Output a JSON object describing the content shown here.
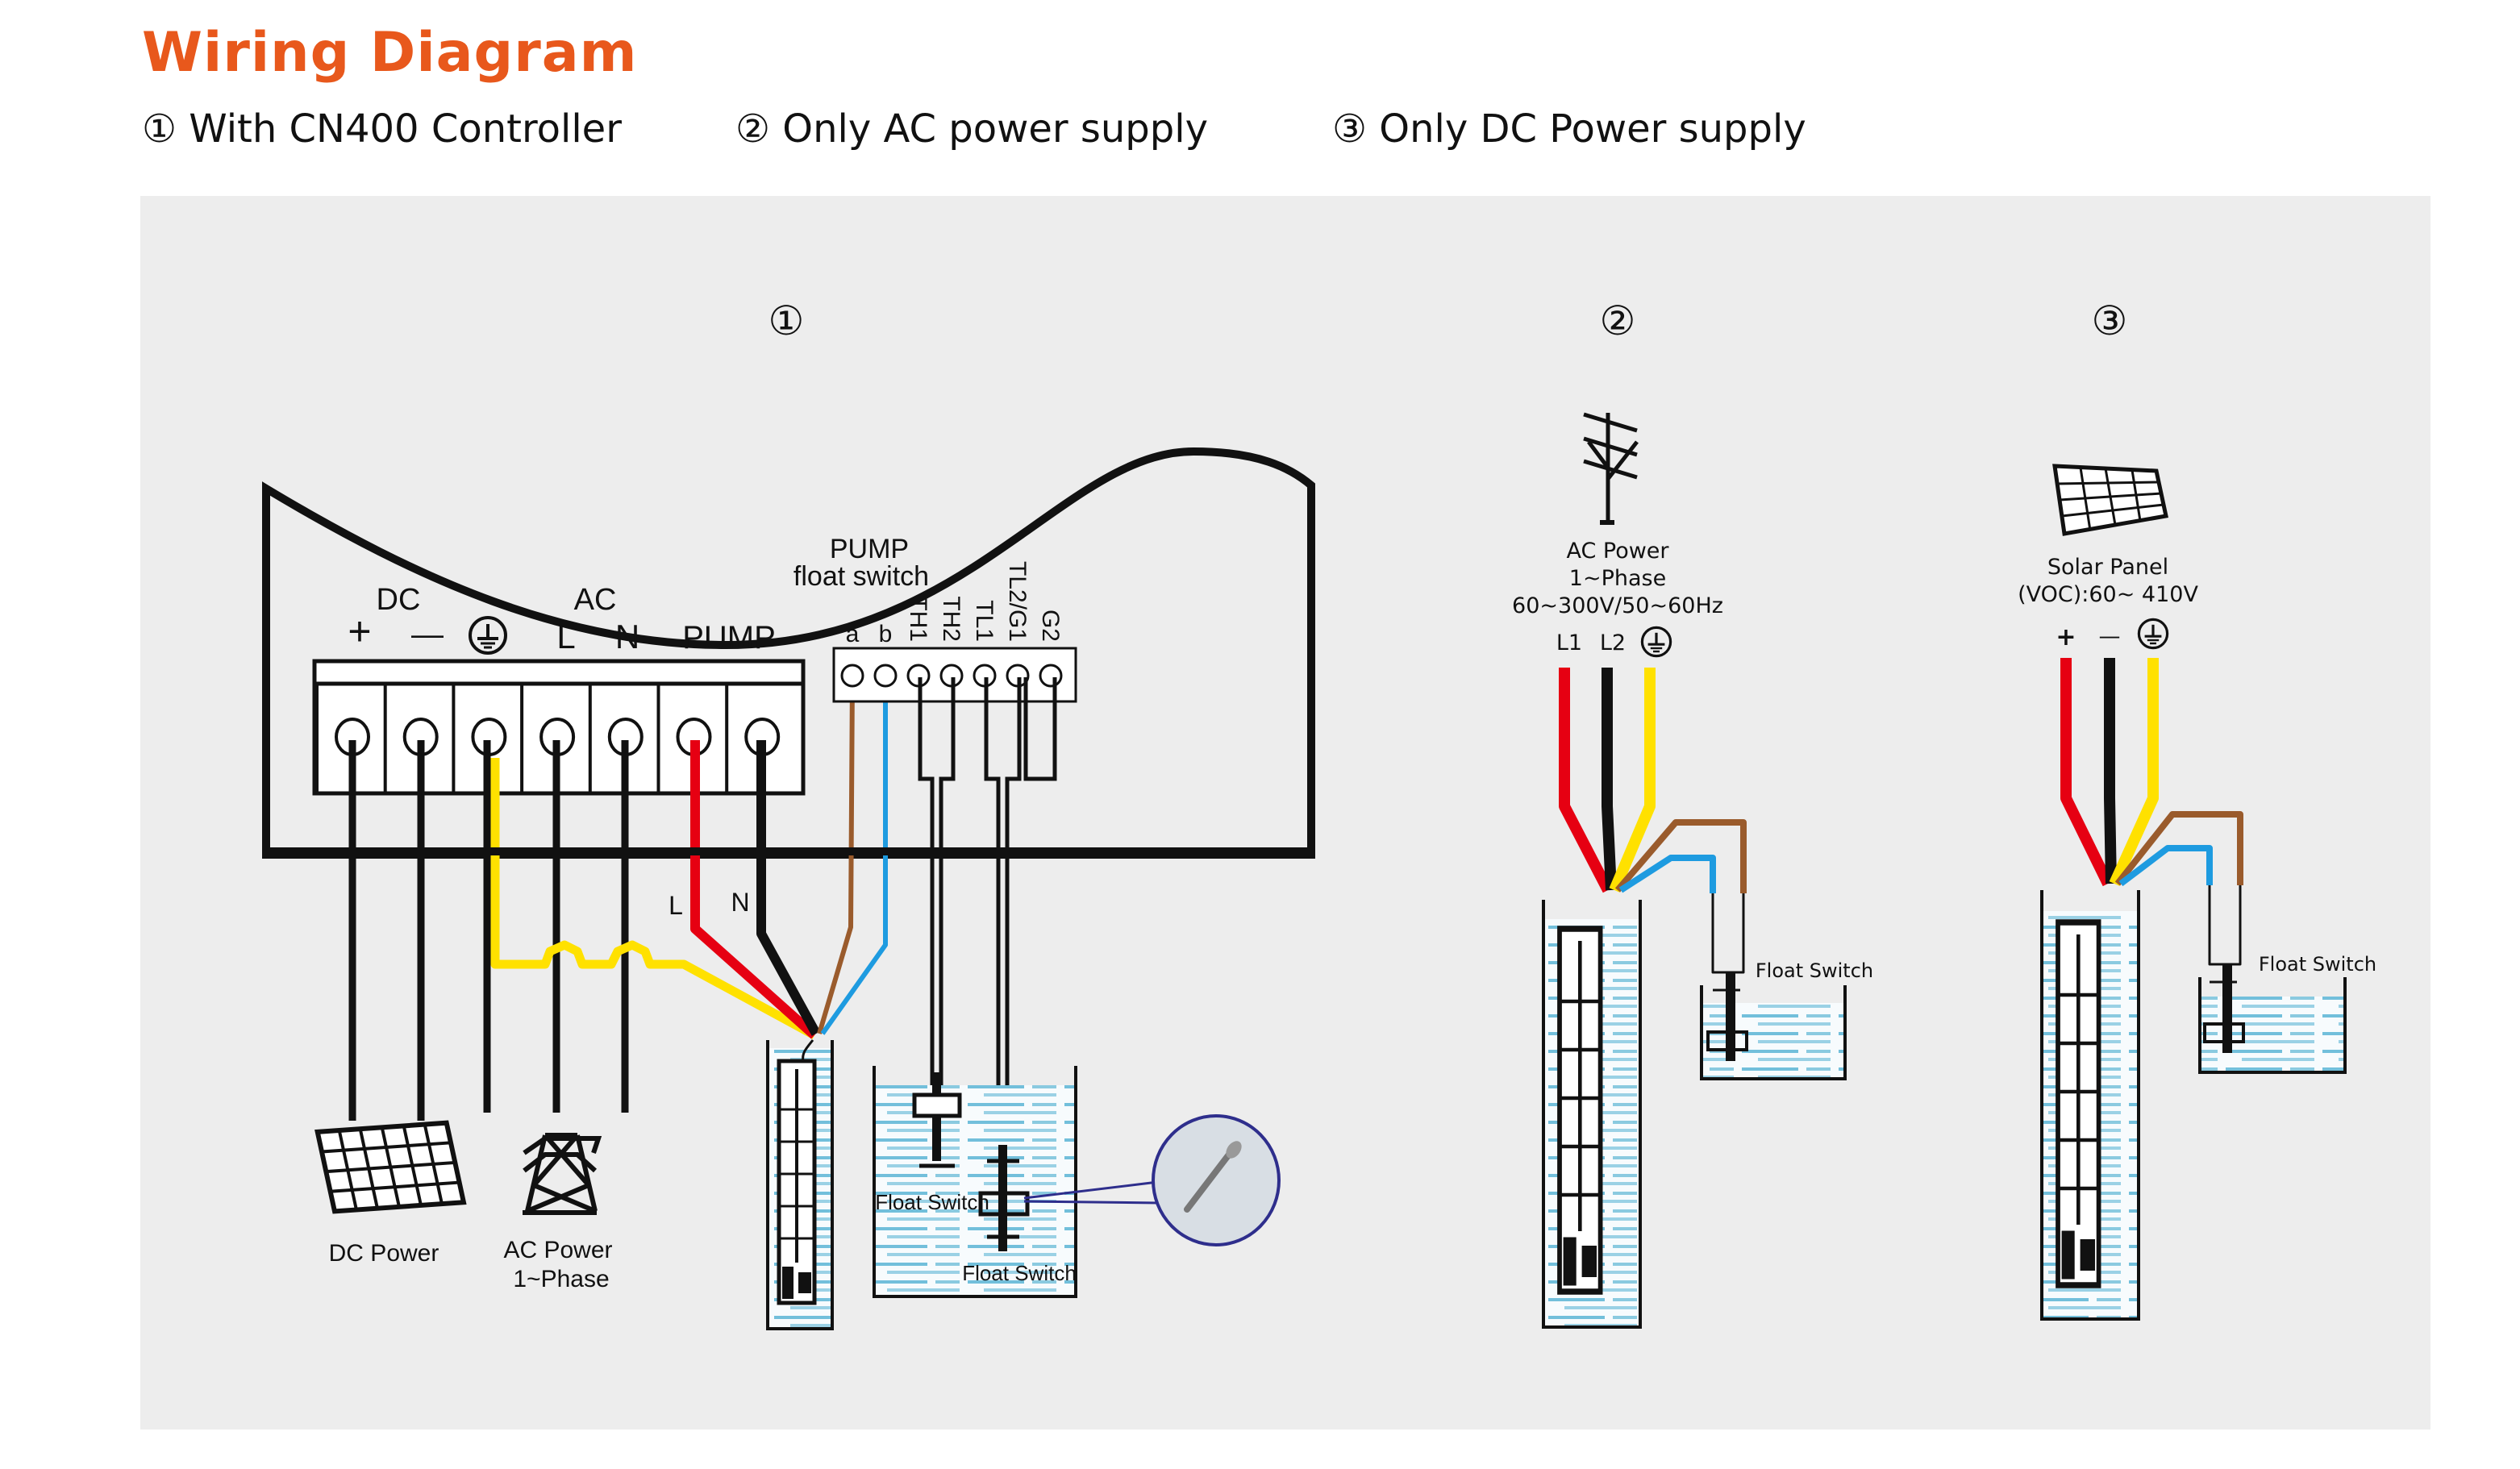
{
  "header": {
    "title": "Wiring Diagram",
    "options": [
      "① With CN400 Controller",
      "② Only AC power supply",
      "③ Only DC Power supply"
    ]
  },
  "colors": {
    "accent": "#E8581C",
    "panel_bg": "#EDEDED",
    "wire_red": "#E60012",
    "wire_black": "#000000",
    "wire_yellow": "#FFE100",
    "wire_brown": "#9A5B2C",
    "wire_blue": "#1E9BE0",
    "water": "#5BB5D5",
    "callout": "#2E2E8C"
  },
  "diagram1": {
    "marker": "①",
    "dc_label": "DC",
    "ac_label": "AC",
    "plus": "+",
    "minus": "—",
    "ac_l": "L",
    "ac_n": "N",
    "pump_label": "PUMP",
    "float_header_1": "PUMP",
    "float_header_2": "float switch",
    "float_terminals": [
      "a",
      "b",
      "TH1",
      "TH2",
      "TL1",
      "TL2/G1",
      "G2"
    ],
    "wire_l": "L",
    "wire_n": "N",
    "dc_power": "DC Power",
    "ac_power_1": "AC Power",
    "ac_power_2": "1~Phase",
    "float_switch_1": "Float Switch",
    "float_switch_2": "Float Switch"
  },
  "diagram2": {
    "marker": "②",
    "line1": "AC Power",
    "line2": "1~Phase",
    "line3": "60~300V/50~60Hz",
    "terminals": [
      "L1",
      "L2"
    ],
    "float_switch": "Float Switch"
  },
  "diagram3": {
    "marker": "③",
    "line1": "Solar Panel",
    "line2": "(VOC):60~ 410V",
    "terminals": [
      "+",
      "—"
    ],
    "float_switch": "Float Switch"
  }
}
